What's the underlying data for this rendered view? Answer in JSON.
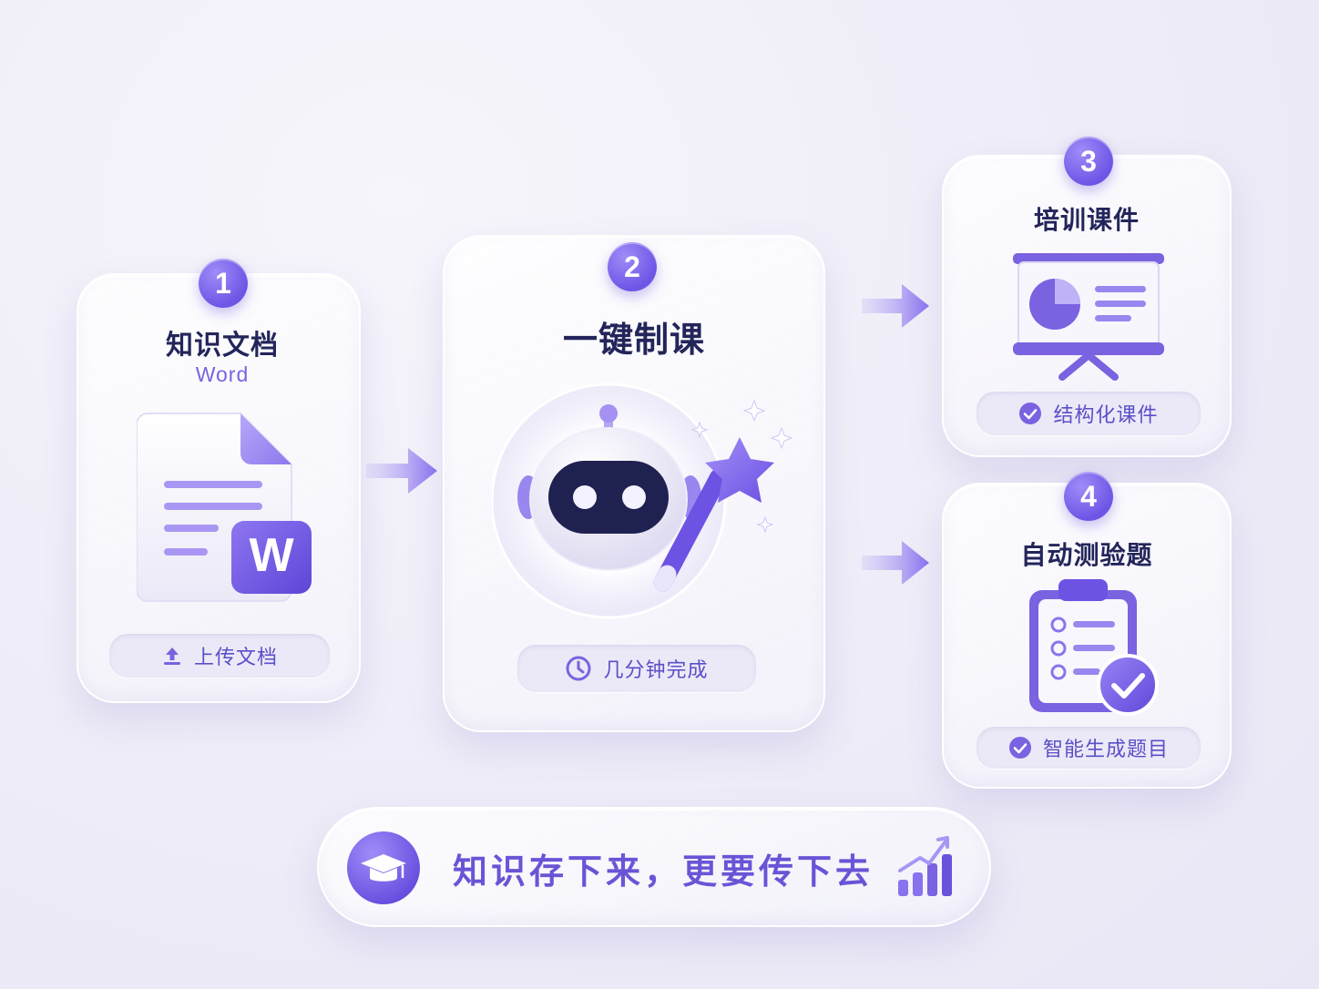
{
  "steps": [
    {
      "number": "1",
      "title": "知识文档",
      "subtitle": "Word",
      "doc_letter": "W",
      "pill": "上传文档"
    },
    {
      "number": "2",
      "title": "一键制课",
      "pill": "几分钟完成"
    },
    {
      "number": "3",
      "title": "培训课件",
      "pill": "结构化课件"
    },
    {
      "number": "4",
      "title": "自动测验题",
      "pill": "智能生成题目"
    }
  ],
  "footer": {
    "slogan": "知识存下来，更要传下去"
  },
  "icons": {
    "step1": "word-document-icon",
    "step1_pill": "upload-icon",
    "step2": "robot-magic-wand-icon",
    "step2_pill": "clock-icon",
    "step3": "presentation-board-icon",
    "step3_pill": "check-circle-icon",
    "step4": "clipboard-checklist-icon",
    "step4_pill": "check-circle-icon",
    "footer_left": "graduation-cap-icon",
    "footer_right": "growth-chart-icon"
  },
  "colors": {
    "accent": "#6f55e6",
    "accent_light": "#a08cf8",
    "title": "#23255a",
    "background": "#eeecf7"
  }
}
